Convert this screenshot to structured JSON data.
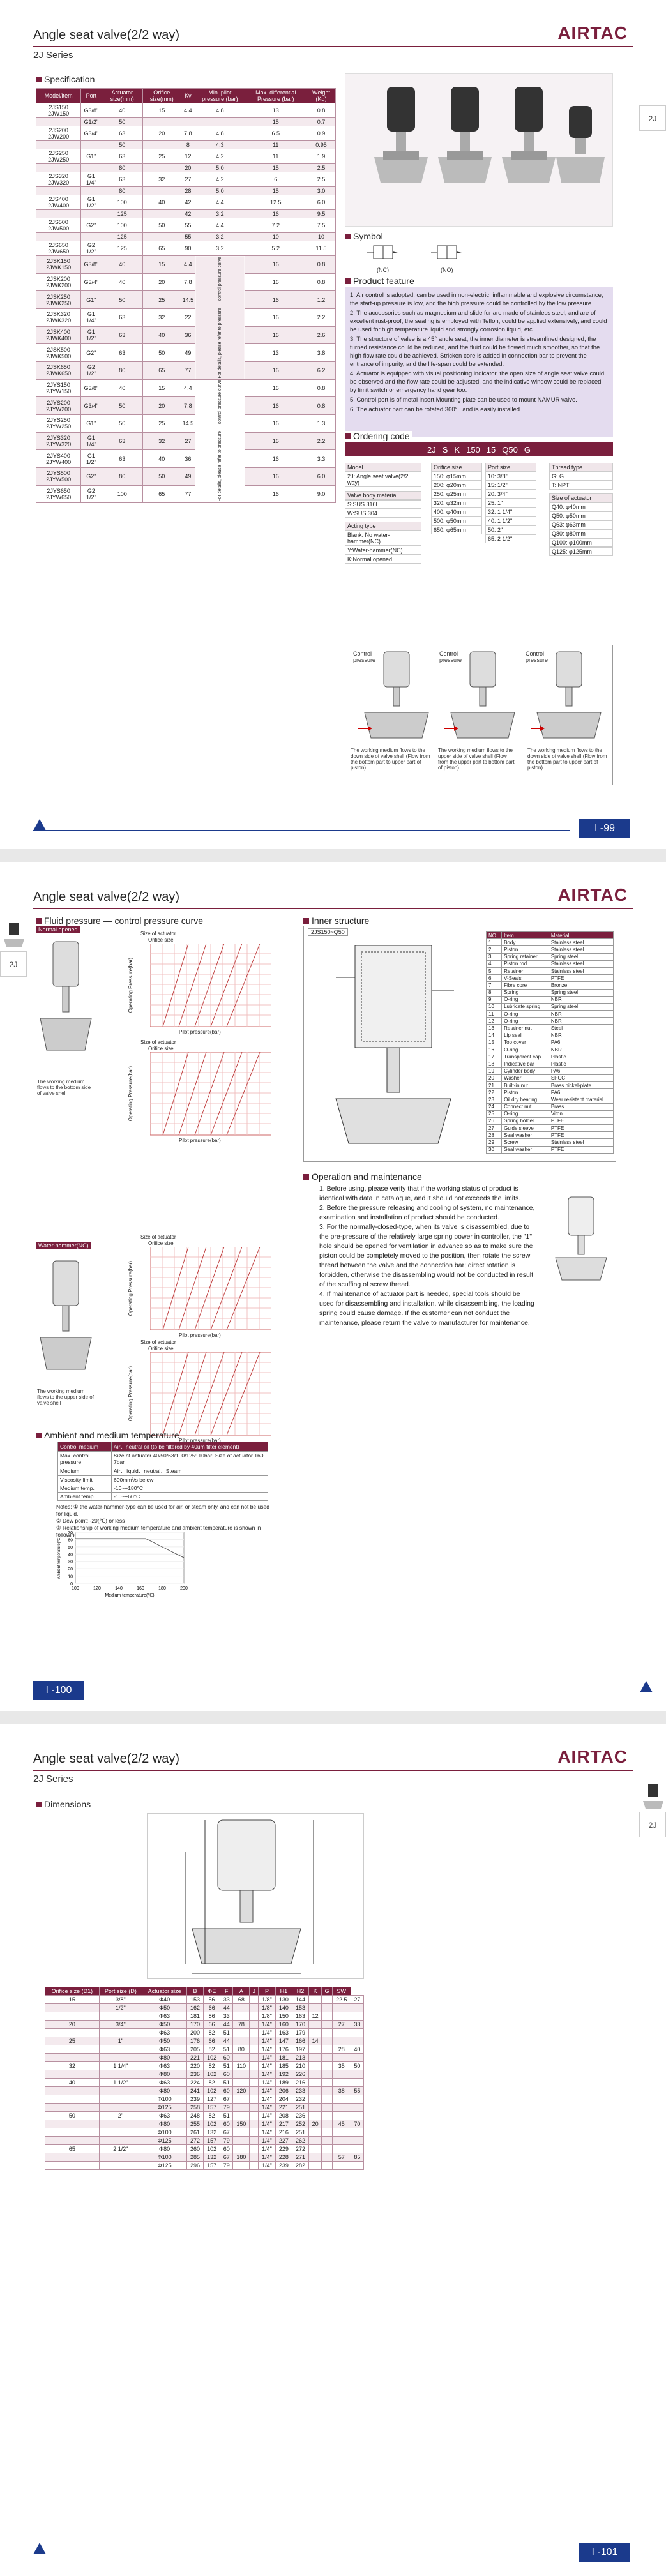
{
  "brand": "AIRTAC",
  "series": "2J Series",
  "page_title": "Angle seat valve(2/2 way)",
  "tab": "2J",
  "p1": {
    "spec_title": "Specification",
    "spec_headers": [
      "Model/item",
      "Port",
      "Actuator size(mm)",
      "Orifice size(mm)",
      "Kv",
      "Min. pilot pressure (bar)",
      "Max. differential Pressure (bar)",
      "Weight (Kg)"
    ],
    "spec_rows": [
      [
        "2JS150 2JW150",
        "G3/8\"",
        "40",
        "15",
        "4.4",
        "4.8",
        "13",
        "0.8"
      ],
      [
        "",
        "G1/2\"",
        "50",
        "",
        "",
        "",
        "15",
        "0.7"
      ],
      [
        "2JS200 2JW200",
        "G3/4\"",
        "63",
        "20",
        "7.8",
        "4.8",
        "6.5",
        "0.9"
      ],
      [
        "",
        "",
        "50",
        "",
        "8",
        "4.3",
        "11",
        "0.95"
      ],
      [
        "2JS250 2JW250",
        "G1\"",
        "63",
        "25",
        "12",
        "4.2",
        "11",
        "1.9"
      ],
      [
        "",
        "",
        "80",
        "",
        "20",
        "5.0",
        "15",
        "2.5"
      ],
      [
        "2JS320 2JW320",
        "G1 1/4\"",
        "63",
        "32",
        "27",
        "4.2",
        "6",
        "2.5"
      ],
      [
        "",
        "",
        "80",
        "",
        "28",
        "5.0",
        "15",
        "3.0"
      ],
      [
        "2JS400 2JW400",
        "G1 1/2\"",
        "100",
        "40",
        "42",
        "4.4",
        "12.5",
        "6.0"
      ],
      [
        "",
        "",
        "125",
        "",
        "42",
        "3.2",
        "16",
        "9.5"
      ],
      [
        "2JS500 2JW500",
        "G2\"",
        "100",
        "50",
        "55",
        "4.4",
        "7.2",
        "7.5"
      ],
      [
        "",
        "",
        "125",
        "",
        "55",
        "3.2",
        "10",
        "10"
      ],
      [
        "2JS650 2JW650",
        "G2 1/2\"",
        "125",
        "65",
        "90",
        "3.2",
        "5.2",
        "11.5"
      ]
    ],
    "spec_rows2": [
      [
        "2JSK150 2JWK150",
        "G3/8\"",
        "40",
        "15",
        "4.4",
        "16",
        "0.8"
      ],
      [
        "2JSK200 2JWK200",
        "G3/4\"",
        "40",
        "20",
        "7.8",
        "16",
        "0.8"
      ],
      [
        "2JSK250 2JWK250",
        "G1\"",
        "50",
        "25",
        "14.5",
        "16",
        "1.2"
      ],
      [
        "2JSK320 2JWK320",
        "G1 1/4\"",
        "63",
        "32",
        "22",
        "16",
        "2.2"
      ],
      [
        "2JSK400 2JWK400",
        "G1 1/2\"",
        "63",
        "40",
        "36",
        "16",
        "2.6"
      ],
      [
        "2JSK500 2JWK500",
        "G2\"",
        "63",
        "50",
        "49",
        "13",
        "3.8"
      ],
      [
        "2JSK650 2JWK650",
        "G2 1/2\"",
        "80",
        "65",
        "77",
        "16",
        "6.2"
      ]
    ],
    "spec_rows3": [
      [
        "2JYS150 2JYW150",
        "G3/8\"",
        "40",
        "15",
        "4.4",
        "16",
        "0.8"
      ],
      [
        "2JYS200 2JYW200",
        "G3/4\"",
        "50",
        "20",
        "7.8",
        "16",
        "0.8"
      ],
      [
        "2JYS250 2JYW250",
        "G1\"",
        "50",
        "25",
        "14.5",
        "16",
        "1.3"
      ],
      [
        "2JYS320 2JYW320",
        "G1 1/4\"",
        "63",
        "32",
        "27",
        "16",
        "2.2"
      ],
      [
        "2JYS400 2JYW400",
        "G1 1/2\"",
        "63",
        "40",
        "36",
        "16",
        "3.3"
      ],
      [
        "2JYS500 2JYW500",
        "G2\"",
        "80",
        "50",
        "49",
        "16",
        "6.0"
      ],
      [
        "2JYS650 2JYW650",
        "G2 1/2\"",
        "100",
        "65",
        "77",
        "16",
        "9.0"
      ]
    ],
    "spec_note_nc": "For details, please refer to pressure — control pressure curve",
    "spec_note_y": "For details, please refer to pressure — control pressure curve",
    "symbol_title": "Symbol",
    "symbol_labels": [
      "(NC)",
      "(NO)"
    ],
    "feature_title": "Product feature",
    "features": [
      "1. Air control is adopted, can be used in non-electric, inflammable and explosive circumstance, the start-up pressure is low, and the high pressure could be controlled by the low pressure.",
      "2. The accessories such as magnesium and slide fur are made of stainless steel, and are of excellent rust-proof; the sealing is employed with Teflon, could be applied extensively, and could be used for high temperature liquid and strongly corrosion liquid, etc.",
      "3. The structure of valve is a 45° angle seat, the inner diameter is streamlined designed, the turned resistance could be reduced, and the fluid could be flowed much smoother, so that the high flow rate could be achieved. Stricken core is added in connection bar to prevent the entrance of impurity, and the life-span could be extended.",
      "4. Actuator is equipped with visual positioning indicator, the open size of angle seat valve could be observed and the flow rate could be adjusted, and the indicative window could be replaced by limit switch or emergency hand gear too.",
      "5. Control port is of metal insert.Mounting plate can be used to mount NAMUR valve.",
      "6. The actuator part can be rotated 360° , and is easily installed."
    ],
    "ordering_title": "Ordering code",
    "order_code": [
      "2J",
      "S",
      "K",
      "150",
      "15",
      "Q50",
      "G"
    ],
    "order_model": [
      "Model",
      "2J: Angle seat valve(2/2 way)"
    ],
    "order_body": [
      "Valve body material",
      "S:SUS 316L",
      "W:SUS 304"
    ],
    "order_act": [
      "Acting type",
      "Blank: No water-hammer(NC)",
      "Y:Water-hammer(NC)",
      "K:Normal opened"
    ],
    "order_orifice": [
      "Orifice size",
      "150: φ15mm",
      "200: φ20mm",
      "250: φ25mm",
      "320: φ32mm",
      "400: φ40mm",
      "500: φ50mm",
      "650: φ65mm"
    ],
    "order_port": [
      "Port size",
      "10: 3/8\"",
      "15: 1/2\"",
      "20: 3/4\"",
      "25: 1\"",
      "32: 1 1/4\"",
      "40: 1 1/2\"",
      "50: 2\"",
      "65: 2 1/2\""
    ],
    "order_thread": [
      "Thread type",
      "G: G",
      "T: NPT"
    ],
    "order_actsize": [
      "Size of actuator",
      "Q40: φ40mm",
      "Q50: φ50mm",
      "Q63: φ63mm",
      "Q80: φ80mm",
      "Q100: φ100mm",
      "Q125: φ125mm"
    ],
    "flow_captions": [
      "The working medium flows to the down side of valve shell (Flow from the bottom part to upper part of piston)",
      "The working medium flows to the upper side of valve shell (Flow from the upper part to bottom part of piston)",
      "The working medium flows to the down side of valve shell (Flow from the bottom part to upper part of piston)"
    ],
    "flow_labels": [
      "Control pressure",
      "Control pressure",
      "Control pressure"
    ],
    "page_num": "I -99"
  },
  "p2": {
    "curve_title": "Fluid pressure — control pressure curve",
    "normal_label": "Normal opened",
    "water_label": "Water-hammer(NC)",
    "curve_axes": {
      "x": "Pilot pressure(bar)",
      "y": "Operating Pressure(bar)",
      "size_of_actuator": "Size of actuator",
      "orifice_size": "Orifice size"
    },
    "medium_note_a": "The working medium flows to the bottom side of valve shell",
    "medium_note_b": "The working medium flows to the upper side of valve shell",
    "inner_title": "Inner structure",
    "inner_model": "2JS150~Q50",
    "mat_headers": [
      "NO.",
      "Item",
      "Material"
    ],
    "mat_rows": [
      [
        "1",
        "Body",
        "Stainless steel"
      ],
      [
        "2",
        "Piston",
        "Stainless steel"
      ],
      [
        "3",
        "Spring retainer",
        "Spring steel"
      ],
      [
        "4",
        "Piston rod",
        "Stainless steel"
      ],
      [
        "5",
        "Retainer",
        "Stainless steel"
      ],
      [
        "6",
        "V-Seals",
        "PTFE"
      ],
      [
        "7",
        "Fibre core",
        "Bronze"
      ],
      [
        "8",
        "Spring",
        "Spring steel"
      ],
      [
        "9",
        "O-ring",
        "NBR"
      ],
      [
        "10",
        "Lubricate spring",
        "Spring steel"
      ],
      [
        "11",
        "O-ring",
        "NBR"
      ],
      [
        "12",
        "O-ring",
        "NBR"
      ],
      [
        "13",
        "Retainer nut",
        "Steel"
      ],
      [
        "14",
        "Lip seal",
        "NBR"
      ],
      [
        "15",
        "Top cover",
        "PA6"
      ],
      [
        "16",
        "O-ring",
        "NBR"
      ],
      [
        "17",
        "Transparent cap",
        "Plastic"
      ],
      [
        "18",
        "Indicative bar",
        "Plastic"
      ],
      [
        "19",
        "Cylinder body",
        "PA6"
      ],
      [
        "20",
        "Washer",
        "SPCC"
      ],
      [
        "21",
        "Built-in nut",
        "Brass nickel-plate"
      ],
      [
        "22",
        "Piston",
        "PA6"
      ],
      [
        "23",
        "Oil dry bearing",
        "Wear resistant material"
      ],
      [
        "24",
        "Connect nut",
        "Brass"
      ],
      [
        "25",
        "O-ring",
        "Viton"
      ],
      [
        "26",
        "Spring holder",
        "PTFE"
      ],
      [
        "27",
        "Guide sleeve",
        "PTFE"
      ],
      [
        "28",
        "Seal washer",
        "PTFE"
      ],
      [
        "29",
        "Screw",
        "Stainless steel"
      ],
      [
        "30",
        "Seal washer",
        "PTFE"
      ]
    ],
    "op_title": "Operation and maintenance",
    "op_text": [
      "1. Before using, please verify that if the working status of product is identical with data in catalogue, and it should not exceeds the limits.",
      "2. Before the pressure releasing and cooling of system, no maintenance, examination and installation of product should be conducted.",
      "3. For the normally-closed-type, when its valve is disassembled, due to the pre-pressure of the relatively large spring power in controller, the \"1\" hole should be opened for ventilation in advance so as to make sure the piston could be completely moved to the position, then rotate the screw thread between the valve and the connection bar; direct rotation is forbidden, otherwise the disassembling would not be conducted in result of the scuffing of screw thread.",
      "4. If maintenance of actuator part is needed, special tools should be used for disassembling and installation, while disassembling, the loading spring could cause damage. If the customer can not conduct the maintenance, please return the valve to manufacturer for maintenance."
    ],
    "amb_title": "Ambient and medium temperature",
    "amb_rows": [
      [
        "Control medium",
        "Air、neutral oil (to be filtered by 40um filter element)"
      ],
      [
        "Max. control pressure",
        "Size of actuator 40/50/63/100/125: 10bar; Size of actuator 160: 7bar"
      ],
      [
        "Medium",
        "Air、liquid、neutral、Steam"
      ],
      [
        "Viscosity limit",
        "600mm²/s below"
      ],
      [
        "Medium temp.",
        "-10~+180°C"
      ],
      [
        "Ambient temp.",
        "-10~+60°C"
      ]
    ],
    "amb_notes": [
      "Notes: ① the water-hammer-type can be used for air, or steam only, and can not be used for liquid.",
      "② Dew point: -20(℃) or less",
      "③ Relationship of working medium temperature and ambient temperature is shown in following figure."
    ],
    "amb_chart": {
      "ylabel": "Ambient temperature(℃)",
      "xlabel": "Medium temperature(℃)",
      "yticks": [
        "70",
        "60",
        "50",
        "40",
        "30",
        "20",
        "10",
        "0"
      ],
      "xticks": [
        "100",
        "120",
        "140",
        "160",
        "180",
        "200"
      ]
    },
    "page_num": "I -100"
  },
  "p3": {
    "dim_title": "Dimensions",
    "dim_headers": [
      "Orifice size (D1)",
      "Port size (D)",
      "Actuator size",
      "B",
      "ΦE",
      "F",
      "A",
      "J",
      "P",
      "H1",
      "H2",
      "K",
      "G",
      "SW"
    ],
    "dim_rows": [
      [
        "15",
        "3/8\"",
        "Φ40",
        "153",
        "56",
        "33",
        "68",
        "",
        "1/8\"",
        "130",
        "144",
        "",
        "",
        "22.5",
        "27"
      ],
      [
        "",
        "1/2\"",
        "Φ50",
        "162",
        "66",
        "44",
        "",
        "",
        "1/8\"",
        "140",
        "153",
        "",
        "",
        "",
        ""
      ],
      [
        "",
        "",
        "Φ63",
        "181",
        "86",
        "33",
        "",
        "",
        "1/8\"",
        "150",
        "163",
        "12",
        "",
        "",
        ""
      ],
      [
        "20",
        "3/4\"",
        "Φ50",
        "170",
        "66",
        "44",
        "78",
        "",
        "1/4\"",
        "160",
        "170",
        "",
        "",
        "27",
        "33"
      ],
      [
        "",
        "",
        "Φ63",
        "200",
        "82",
        "51",
        "",
        "",
        "1/4\"",
        "163",
        "179",
        "",
        "",
        "",
        ""
      ],
      [
        "25",
        "1\"",
        "Φ50",
        "176",
        "66",
        "44",
        "",
        "",
        "1/4\"",
        "147",
        "166",
        "14",
        "",
        "",
        ""
      ],
      [
        "",
        "",
        "Φ63",
        "205",
        "82",
        "51",
        "80",
        "",
        "1/4\"",
        "176",
        "197",
        "",
        "",
        "28",
        "40"
      ],
      [
        "",
        "",
        "Φ80",
        "221",
        "102",
        "60",
        "",
        "",
        "1/4\"",
        "181",
        "213",
        "",
        "",
        "",
        ""
      ],
      [
        "32",
        "1 1/4\"",
        "Φ63",
        "220",
        "82",
        "51",
        "110",
        "",
        "1/4\"",
        "185",
        "210",
        "",
        "",
        "35",
        "50"
      ],
      [
        "",
        "",
        "Φ80",
        "236",
        "102",
        "60",
        "",
        "",
        "1/4\"",
        "192",
        "226",
        "",
        "",
        "",
        ""
      ],
      [
        "40",
        "1 1/2\"",
        "Φ63",
        "224",
        "82",
        "51",
        "",
        "",
        "1/4\"",
        "189",
        "216",
        "",
        "",
        "",
        ""
      ],
      [
        "",
        "",
        "Φ80",
        "241",
        "102",
        "60",
        "120",
        "",
        "1/4\"",
        "206",
        "233",
        "",
        "",
        "38",
        "55"
      ],
      [
        "",
        "",
        "Φ100",
        "239",
        "127",
        "67",
        "",
        "",
        "1/4\"",
        "204",
        "232",
        "",
        "",
        "",
        ""
      ],
      [
        "",
        "",
        "Φ125",
        "258",
        "157",
        "79",
        "",
        "",
        "1/4\"",
        "221",
        "251",
        "",
        "",
        "",
        ""
      ],
      [
        "50",
        "2\"",
        "Φ63",
        "248",
        "82",
        "51",
        "",
        "",
        "1/4\"",
        "208",
        "236",
        "",
        "",
        "",
        ""
      ],
      [
        "",
        "",
        "Φ80",
        "255",
        "102",
        "60",
        "150",
        "",
        "1/4\"",
        "217",
        "252",
        "20",
        "",
        "45",
        "70"
      ],
      [
        "",
        "",
        "Φ100",
        "261",
        "132",
        "67",
        "",
        "",
        "1/4\"",
        "216",
        "251",
        "",
        "",
        "",
        ""
      ],
      [
        "",
        "",
        "Φ125",
        "272",
        "157",
        "79",
        "",
        "",
        "1/4\"",
        "227",
        "262",
        "",
        "",
        "",
        ""
      ],
      [
        "65",
        "2 1/2\"",
        "Φ80",
        "260",
        "102",
        "60",
        "",
        "",
        "1/4\"",
        "229",
        "272",
        "",
        "",
        "",
        ""
      ],
      [
        "",
        "",
        "Φ100",
        "285",
        "132",
        "67",
        "180",
        "",
        "1/4\"",
        "228",
        "271",
        "",
        "",
        "57",
        "85"
      ],
      [
        "",
        "",
        "Φ125",
        "296",
        "157",
        "79",
        "",
        "",
        "1/4\"",
        "239",
        "282",
        "",
        "",
        "",
        ""
      ]
    ],
    "page_num": "I -101"
  }
}
